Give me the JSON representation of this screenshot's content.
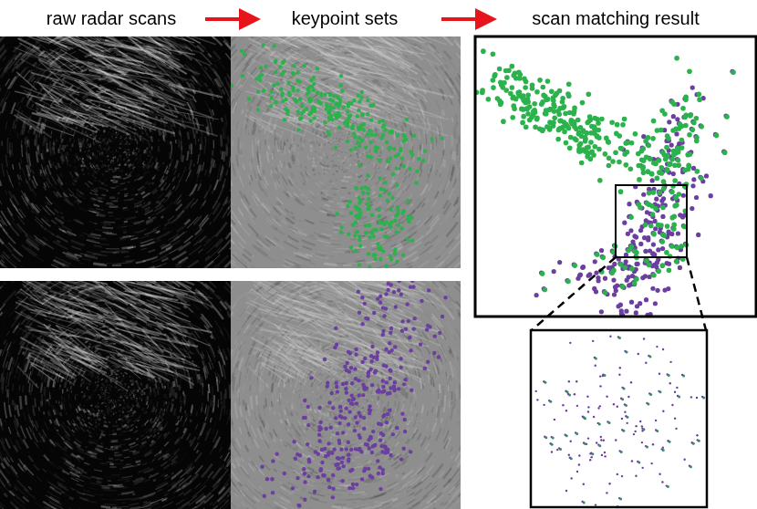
{
  "diagram": {
    "labels": [
      "raw radar scans",
      "keypoint sets",
      "scan matching result"
    ]
  }
}
